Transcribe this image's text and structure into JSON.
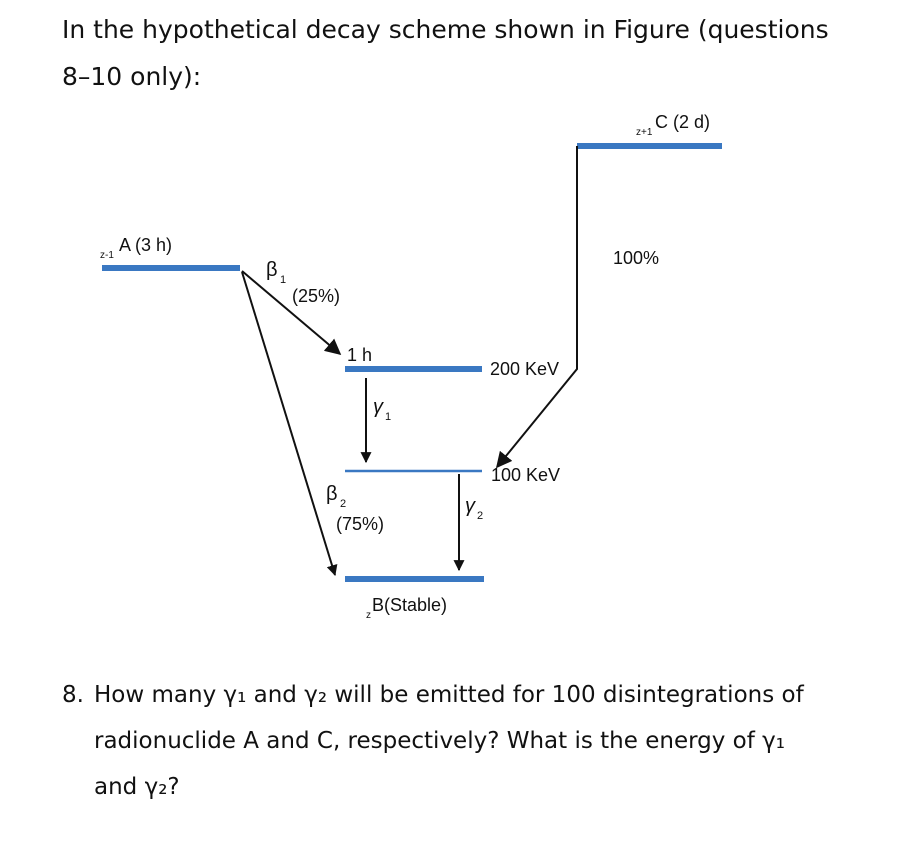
{
  "intro": {
    "line1": "In the hypothetical decay scheme shown in Figure (questions",
    "line2": "8–10 only):"
  },
  "diagram": {
    "A_pre": "z-1",
    "A_label": "A (3 h)",
    "C_pre": "z+1",
    "C_label": "C (2 d)",
    "beta1": "β",
    "beta1_sub": "1",
    "beta1_pct": "(25%)",
    "half_life": "1 h",
    "level_200": "200 KeV",
    "gamma1": "γ",
    "gamma1_sub": "1",
    "level_100": "100 KeV",
    "beta2": "β",
    "beta2_sub": "2",
    "beta2_pct": "(75%)",
    "gamma2": "γ",
    "gamma2_sub": "2",
    "C_pct": "100%",
    "B_pre": "z",
    "B_label": "B(Stable)",
    "level_color": "#3a78c2"
  },
  "question": {
    "number": "8.",
    "line1": "How many γ₁ and γ₂ will be emitted for 100 disintegrations of",
    "line2": "radionuclide A and C, respectively? What is the energy of γ₁",
    "line3": "and γ₂?"
  }
}
